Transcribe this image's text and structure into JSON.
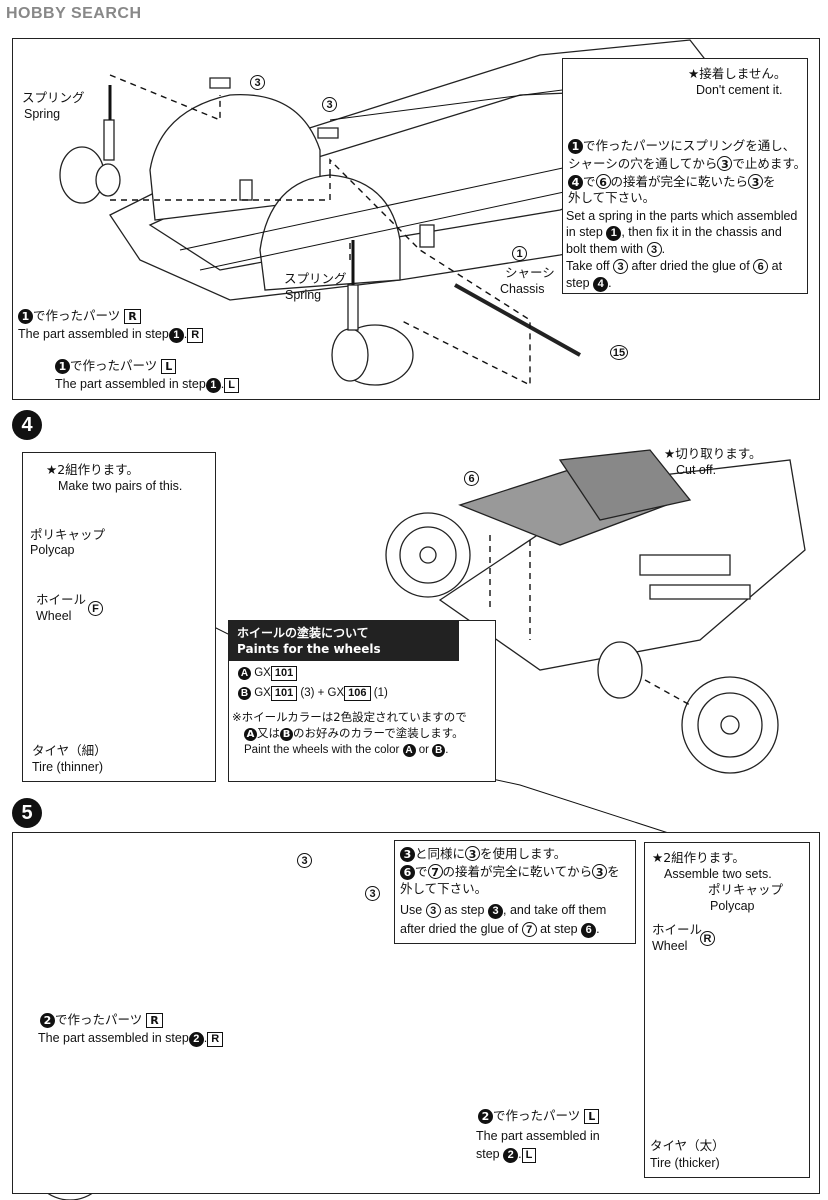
{
  "header": {
    "watermark": "HOBBY SEARCH"
  },
  "step3": {
    "callout_part3_a": "3",
    "callout_part3_b": "3",
    "spring_jp_a": "スプリング",
    "spring_en_a": "Spring",
    "spring_jp_b": "スプリング",
    "spring_en_b": "Spring",
    "chassis_num": "1",
    "chassis_jp": "シャーシ",
    "chassis_en": "Chassis",
    "callout_part15": "15",
    "right_part_jp": "で作ったパーツ",
    "right_part_en": "The part assembled in step",
    "right_tag": "R",
    "left_part_jp": "で作ったパーツ",
    "left_part_en": "The part assembled in step",
    "left_tag": "L",
    "step_ref": "1",
    "note": {
      "no_cement_jp": "★接着しません。",
      "no_cement_en": "Don't cement it.",
      "jp1": "で作ったパーツにスプリングを通し、",
      "jp2": "シャーシの穴を通してから",
      "jp2b": "で止めます。",
      "jp3a": "で",
      "jp3b": "の接着が完全に乾いたら",
      "jp3c": "を",
      "jp4": "外して下さい。",
      "en1": "Set a spring in the parts which assembled",
      "en2a": "in step",
      "en2b": ", then fix it in the chassis and",
      "en3": "bolt them with",
      "en4a": "Take off",
      "en4b": "after dried the glue of",
      "en4c": "at",
      "en5": "step"
    }
  },
  "step4": {
    "number": "4",
    "pairs_jp": "★2組作ります。",
    "pairs_en": "Make two pairs of this.",
    "polycap_jp": "ポリキャップ",
    "polycap_en": "Polycap",
    "wheel_jp": "ホイール",
    "wheel_en": "Wheel",
    "wheel_tag": "F",
    "tire_jp": "タイヤ（細）",
    "tire_en": "Tire (thinner)",
    "cutoff_jp": "★切り取ります。",
    "cutoff_en": "Cut off.",
    "part6": "6",
    "paint": {
      "header_jp": "ホイールの塗装について",
      "header_en": "Paints for the wheels",
      "a_label": "A",
      "a_gx": "GX",
      "a_code": "101",
      "b_label": "B",
      "b_gx1": "GX",
      "b_code1": "101",
      "b_ratio1": "(3) + GX",
      "b_code2": "106",
      "b_ratio2": "(1)",
      "note_jp1": "※ホイールカラーは2色設定されていますので",
      "note_jp2a": "又は",
      "note_jp2b": "のお好みのカラーで塗装します。",
      "note_en_a": "Paint the wheels with the color",
      "note_en_b": "or"
    }
  },
  "step5": {
    "number": "5",
    "callout_part3_a": "3",
    "callout_part3_b": "3",
    "note": {
      "jp1a": "と同様に",
      "jp1b": "を使用します。",
      "jp2a": "で",
      "jp2b": "の接着が完全に乾いてから",
      "jp2c": "を",
      "jp3": "外して下さい。",
      "en1a": "Use",
      "en1b": "as step",
      "en1c": ", and take off them",
      "en2a": "after dried the glue of",
      "en2b": "at step"
    },
    "right_part_jp": "で作ったパーツ",
    "right_part_en": "The part assembled in step",
    "right_tag": "R",
    "left_part_jp": "で作ったパーツ",
    "left_part_en1": "The part assembled in",
    "left_part_en2": "step",
    "left_tag": "L",
    "step_ref": "2",
    "sets_jp": "★2組作ります。",
    "sets_en": "Assemble two sets.",
    "polycap_jp": "ポリキャップ",
    "polycap_en": "Polycap",
    "wheel_jp": "ホイール",
    "wheel_en": "Wheel",
    "wheel_tag": "R",
    "tire_jp": "タイヤ（太）",
    "tire_en": "Tire (thicker)"
  }
}
